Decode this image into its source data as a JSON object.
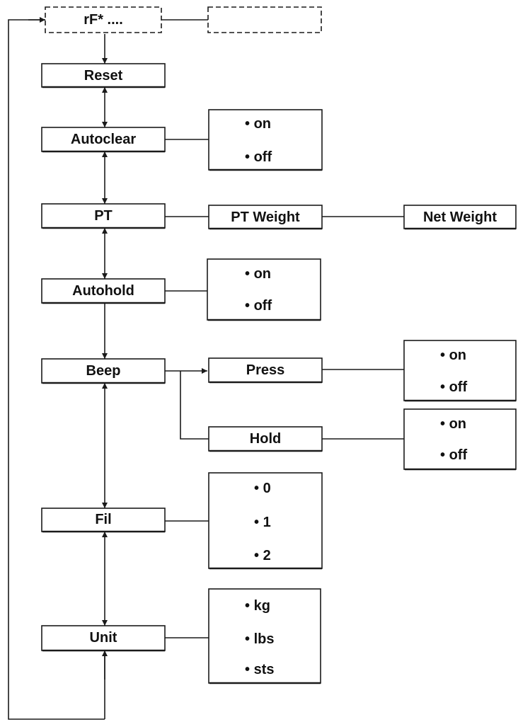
{
  "menu": {
    "start": "rF* ....",
    "reset": "Reset",
    "autoclear": "Autoclear",
    "pt": "PT",
    "pt_weight": "PT Weight",
    "net_weight": "Net Weight",
    "autohold": "Autohold",
    "beep": "Beep",
    "press": "Press",
    "hold": "Hold",
    "fil": "Fil",
    "unit": "Unit"
  },
  "options": {
    "autoclear": [
      "on",
      "off"
    ],
    "autohold": [
      "on",
      "off"
    ],
    "press": [
      "on",
      "off"
    ],
    "hold": [
      "on",
      "off"
    ],
    "fil": [
      "0",
      "1",
      "2"
    ],
    "unit": [
      "kg",
      "lbs",
      "sts"
    ]
  },
  "bullet": "•"
}
